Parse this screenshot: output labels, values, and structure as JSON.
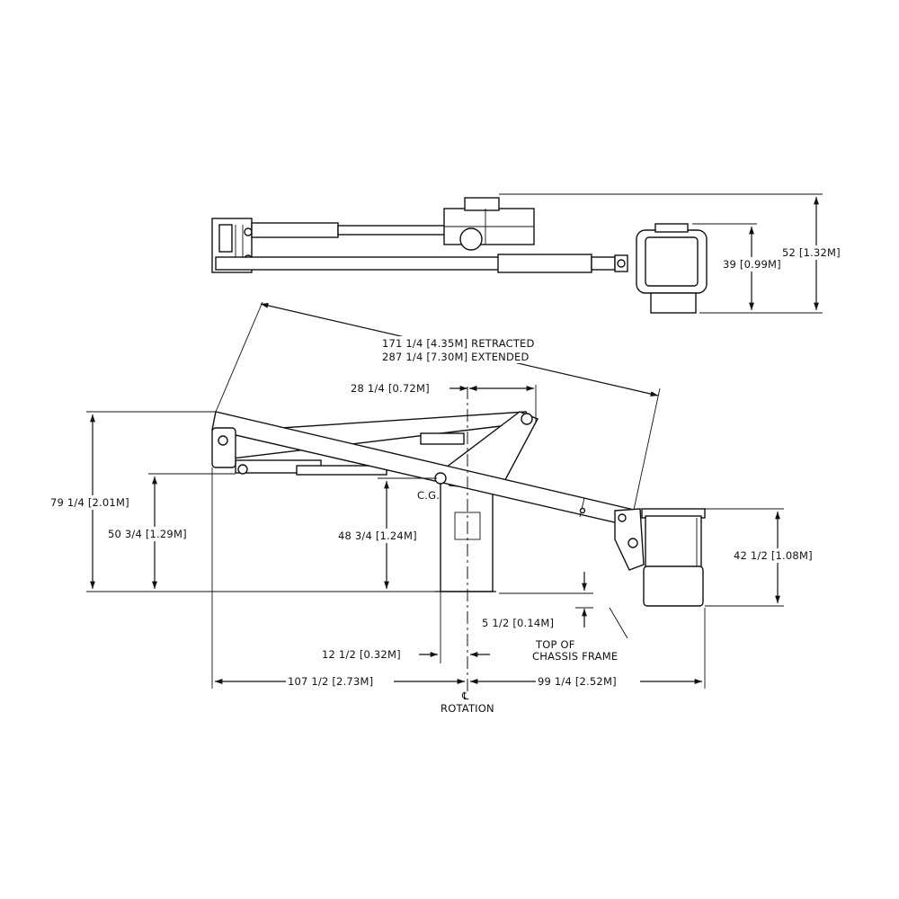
{
  "drawing": {
    "dimensions": {
      "top_height_basket": "39 [0.99M]",
      "top_height_overall": "52 [1.32M]",
      "boom_retracted": "171 1/4 [4.35M] RETRACTED",
      "boom_extended": "287 1/4 [7.30M] EXTENDED",
      "pivot_offset": "28 1/4 [0.72M]",
      "overall_height": "79 1/4 [2.01M]",
      "rear_height": "50 3/4 [1.29M]",
      "pivot_height": "48 3/4 [1.24M]",
      "basket_height": "42 1/2 [1.08M]",
      "frame_offset": "5 1/2 [0.14M]",
      "cg_offset": "12 1/2 [0.32M]",
      "rear_length": "107 1/2 [2.73M]",
      "front_length": "99 1/4 [2.52M]"
    },
    "labels": {
      "cg": "C.G.",
      "frame_line1": "TOP OF",
      "frame_line2": "CHASSIS FRAME",
      "rotation_symbol": "℄",
      "rotation": "ROTATION"
    }
  }
}
